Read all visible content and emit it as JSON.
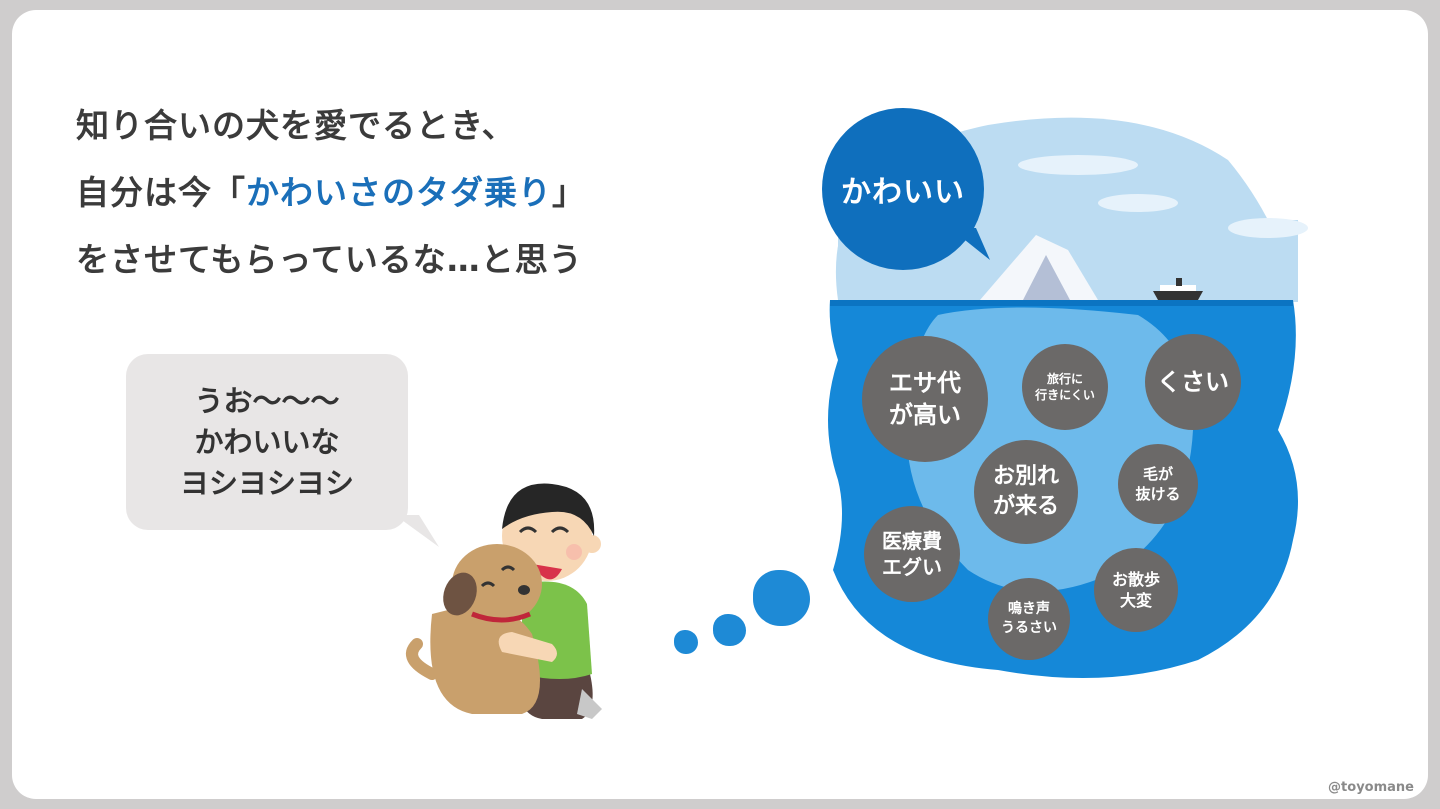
{
  "headline": {
    "line1": "知り合いの犬を愛でるとき、",
    "line2_pre": "自分は今「",
    "line2_accent": "かわいさのタダ乗り",
    "line2_post": "」",
    "line3": "をさせてもらっているな…と思う"
  },
  "speech_bubble": {
    "line1": "うお〜〜〜",
    "line2": "かわいいな",
    "line3": "ヨシヨシヨシ"
  },
  "iceberg": {
    "above_label": "かわいい",
    "below_items": [
      {
        "line1": "エサ代",
        "line2": "が高い"
      },
      {
        "line1": "旅行に",
        "line2": "行きにくい"
      },
      {
        "line1": "くさい",
        "line2": ""
      },
      {
        "line1": "お別れ",
        "line2": "が来る"
      },
      {
        "line1": "毛が",
        "line2": "抜ける"
      },
      {
        "line1": "医療費",
        "line2": "エグい"
      },
      {
        "line1": "お散歩",
        "line2": "大変"
      },
      {
        "line1": "鳴き声",
        "line2": "うるさい"
      }
    ]
  },
  "colors": {
    "accent_blue": "#1a6fb9",
    "bubble_blue": "#0f6fbd",
    "circle_gray": "#6b6968",
    "text_dark": "#3b3b3b",
    "background": "#cfcdcd"
  },
  "credit": "@toyomane"
}
